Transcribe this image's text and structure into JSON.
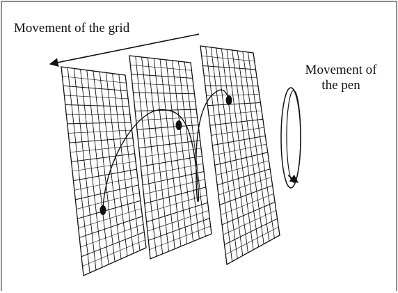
{
  "labels": {
    "grid_movement": "Movement of the grid",
    "pen_movement_line1": "Movement of",
    "pen_movement_line2": "the pen"
  },
  "colors": {
    "ink": "#111111",
    "frame": "#222222",
    "background": "#ffffff"
  },
  "icons": {
    "grid_arrow": "arrow-left-icon",
    "pen_loop": "loop-arrow-icon",
    "pen_dot": "dot-marker-icon"
  }
}
